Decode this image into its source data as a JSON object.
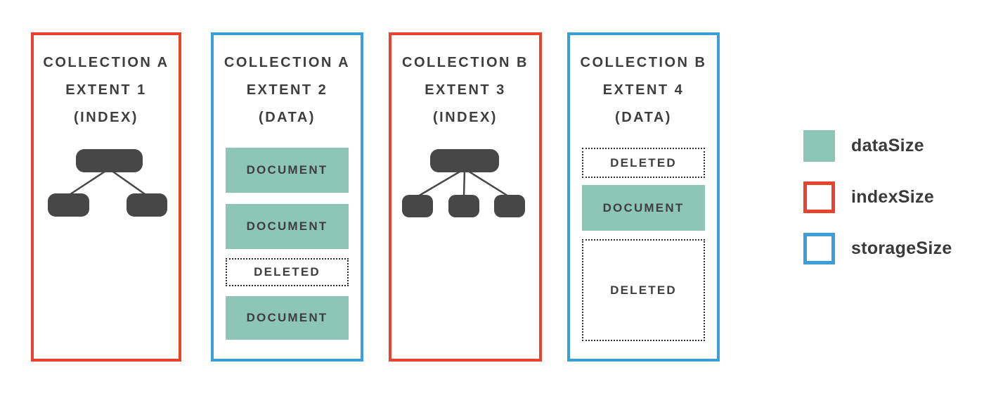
{
  "extents": [
    {
      "collection": "COLLECTION A",
      "extent": "EXTENT 1",
      "kind": "(INDEX)",
      "content": "btree",
      "border_color": "#ea432b"
    },
    {
      "collection": "COLLECTION A",
      "extent": "EXTENT 2",
      "kind": "(DATA)",
      "border_color": "#3a9fd9",
      "blocks": [
        {
          "label": "DOCUMENT",
          "kind": "document"
        },
        {
          "label": "DOCUMENT",
          "kind": "document"
        },
        {
          "label": "DELETED",
          "kind": "deleted"
        },
        {
          "label": "DOCUMENT",
          "kind": "document"
        }
      ]
    },
    {
      "collection": "COLLECTION B",
      "extent": "EXTENT 3",
      "kind": "(INDEX)",
      "content": "btree",
      "border_color": "#ea432b"
    },
    {
      "collection": "COLLECTION B",
      "extent": "EXTENT 4",
      "kind": "(DATA)",
      "border_color": "#3a9fd9",
      "blocks": [
        {
          "label": "DELETED",
          "kind": "deleted"
        },
        {
          "label": "DOCUMENT",
          "kind": "document"
        },
        {
          "label": "DELETED",
          "kind": "deleted"
        }
      ]
    }
  ],
  "legend": {
    "items": [
      {
        "label": "dataSize",
        "swatch": "teal-filled-square",
        "fill": "#8dc6b7"
      },
      {
        "label": "indexSize",
        "swatch": "red-outline-square",
        "stroke": "#ea432b"
      },
      {
        "label": "storageSize",
        "swatch": "blue-outline-square",
        "stroke": "#3a9fd9"
      }
    ]
  },
  "colors": {
    "index_border": "#ea432b",
    "storage_border": "#3a9fd9",
    "data_fill": "#8dc6b7",
    "text": "#3e3e3e",
    "tree_shape": "#474747",
    "deleted_dotted": "#2e2e2e",
    "background": "#ffffff"
  }
}
